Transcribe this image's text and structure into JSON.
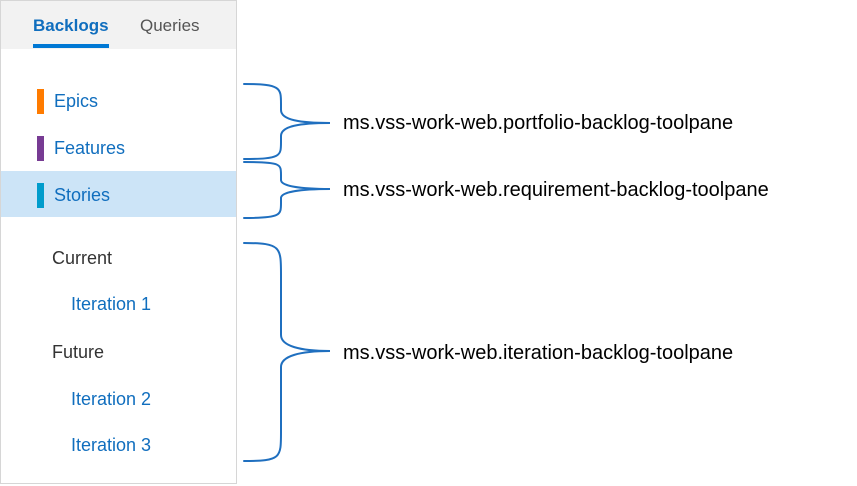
{
  "tabs": {
    "backlogs": "Backlogs",
    "queries": "Queries"
  },
  "backlog_levels": [
    {
      "label": "Epics",
      "color": "#ff7b00"
    },
    {
      "label": "Features",
      "color": "#773b93"
    },
    {
      "label": "Stories",
      "color": "#009ccc",
      "selected": true
    }
  ],
  "iterations": {
    "current_label": "Current",
    "current_items": [
      "Iteration 1"
    ],
    "future_label": "Future",
    "future_items": [
      "Iteration 2",
      "Iteration 3"
    ]
  },
  "annotations": {
    "portfolio": "ms.vss-work-web.portfolio-backlog-toolpane",
    "requirement": "ms.vss-work-web.requirement-backlog-toolpane",
    "iteration": "ms.vss-work-web.iteration-backlog-toolpane"
  },
  "colors": {
    "accent": "#0078d4",
    "link": "#106ebe",
    "selected_row": "#cce4f7",
    "brace": "#1f6fbf"
  }
}
